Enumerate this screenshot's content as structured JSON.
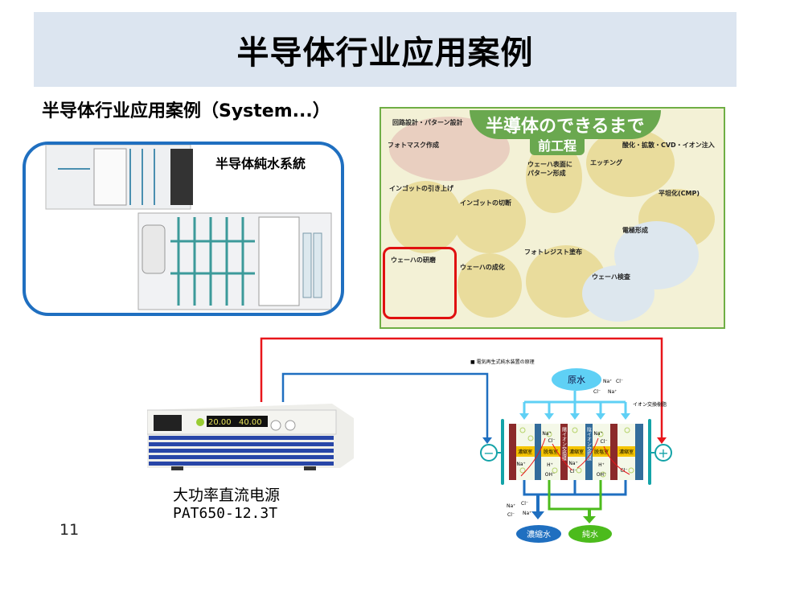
{
  "title": "半导体行业应用案例",
  "subtitle": "半导体行业应用案例（System...）",
  "system_label": "半导体純水系統",
  "poster": {
    "title": "半導体のできるまで",
    "subtitle": "前工程",
    "steps": [
      "回路設計・パターン設計",
      "フォトマスク作成",
      "ウェーハ表面にパターン形成",
      "エッチング",
      "酸化・拡散・CVD・イオン注入",
      "インゴットの引き上げ",
      "インゴットの切断",
      "平坦化(CMP)",
      "電極形成",
      "ウェーハの研磨",
      "ウェーハの成化",
      "フォトレジスト塗布",
      "ウェーハ検査"
    ]
  },
  "power_supply": {
    "display_current": "20.00",
    "display_voltage": "40.00",
    "label": "大功率直流电源",
    "model": "PAT650-12.3T"
  },
  "diagram": {
    "caption": "■ 電気再生式純水装置の原理",
    "raw_water": "原水",
    "ion_exchange_resin": "イオン交換樹脂",
    "concentrate_room": "濃縮室",
    "desalt_room": "脱塩室",
    "cation_membrane": "陽イオン交換膜",
    "anion_membrane": "陰イオン交換膜",
    "ions": {
      "na": "Na⁺",
      "cl": "Cl⁻",
      "h": "H⁺",
      "oh": "OH⁻"
    },
    "concentrate_water": "濃縮水",
    "pure_water": "純水",
    "minus": "−",
    "plus": "+"
  },
  "page_number": "11"
}
